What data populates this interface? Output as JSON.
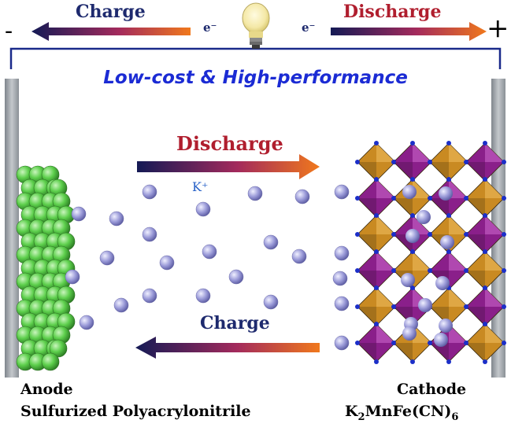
{
  "circuit": {
    "charge_label": "Charge",
    "discharge_label": "Discharge",
    "electron_left": "e⁻",
    "electron_right": "e⁻",
    "negative_terminal": "-",
    "positive_terminal": "+",
    "bulb_icon": "light-bulb-icon"
  },
  "headline": "Low-cost & High-performance",
  "electrolyte": {
    "discharge_label": "Discharge",
    "ion_label": "K⁺",
    "charge_label": "Charge"
  },
  "anode": {
    "label": "Anode",
    "material": "Sulfurized Polyacrylonitrile"
  },
  "cathode": {
    "label": "Cathode",
    "material_parts": {
      "k": "K",
      "k_sub": "2",
      "mid": "MnFe(CN)",
      "cn_sub": "6"
    }
  },
  "colors": {
    "charge_text": "#1e2a6e",
    "discharge_text": "#b01e2e",
    "headline_text": "#1b2bd4",
    "ion_label": "#2a63c8",
    "arrow_dark": "#141a55",
    "arrow_mid": "#a32a5c",
    "arrow_light": "#f0781c",
    "anode_sphere": "#5dcf4c",
    "ion_sphere": "#9a9ad8",
    "octahedron_gold": "#c98a22",
    "octahedron_purple": "#8a1f8a",
    "electrode_plate": "#9aa0a6",
    "wire": "#1a2a8a"
  }
}
